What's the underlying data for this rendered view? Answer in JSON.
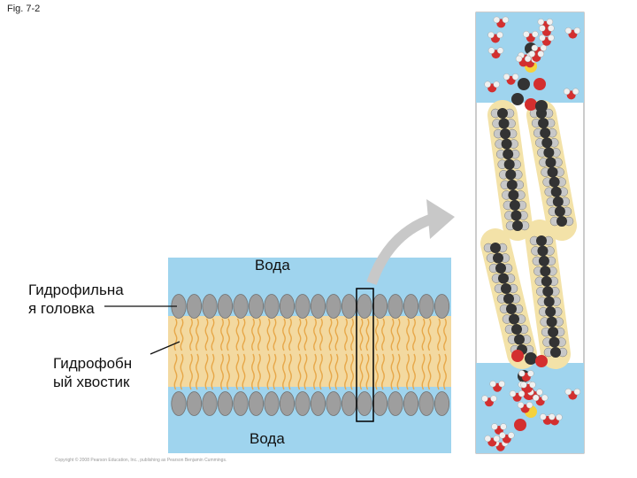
{
  "figure": {
    "label": "Fig. 7-2",
    "copyright": "Copyright © 2008 Pearson Education, Inc., publishing as Pearson Benjamin Cummings."
  },
  "labels": {
    "water_top": "Вода",
    "water_bottom": "Вода",
    "head_line1": "Гидрофильна",
    "head_line2": "я головка",
    "tail_line1": "Гидрофобн",
    "tail_line2": "ый хвостик"
  },
  "colors": {
    "water": "#9fd4ee",
    "tail_band": "#f3d9a0",
    "tail_line": "#e7a84a",
    "head": "#9e9e9e",
    "oxygen": "#d32f2f",
    "carbon": "#333333",
    "hydrogen": "#c8c8c8",
    "phosphate": "#f5d23c",
    "arrow": "#c8c8c8",
    "highlight_box": "#000000"
  }
}
